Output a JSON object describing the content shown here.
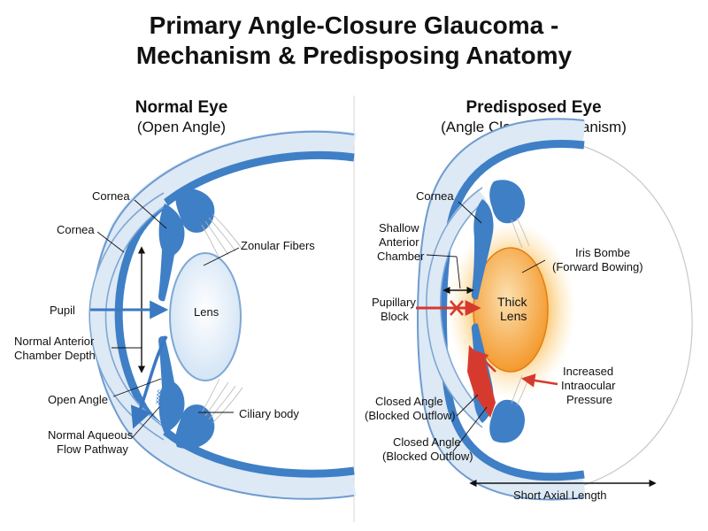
{
  "title": {
    "line1": "Primary Angle-Closure Glaucoma -",
    "line2": "Mechanism & Predisposing Anatomy"
  },
  "colors": {
    "eye_blue": "#3f7fc6",
    "eye_blue_light": "#dde9f5",
    "lens_blue": "#eaf3fb",
    "lens_orange": "#f7a133",
    "glow_orange": "#fbd27f",
    "arrow_red": "#d63a2f",
    "arrow_blue": "#3a78c2"
  },
  "normal_eye": {
    "title": "Normal Eye",
    "subtitle": "(Open Angle)",
    "labels": {
      "cornea_top": "Cornea",
      "cornea": "Cornea",
      "zonular": "Zonular Fibers",
      "lens": "Lens",
      "pupil": "Pupil",
      "chamber_depth_l1": "Normal Anterior",
      "chamber_depth_l2": "Chamber Depth",
      "open_angle": "Open Angle",
      "ciliary": "Ciliary body",
      "aqueous_l1": "Normal Aqueous",
      "aqueous_l2": "Flow Pathway"
    }
  },
  "predisposed_eye": {
    "title": "Predisposed Eye",
    "subtitle": "(Angle Closure Mechanism)",
    "labels": {
      "cornea": "Cornea",
      "shallow_l1": "Shallow",
      "shallow_l2": "Anterior",
      "shallow_l3": "Chamber",
      "iris_bombe_l1": "Iris Bombe",
      "iris_bombe_l2": "(Forward Bowing)",
      "thick_lens_l1": "Thick",
      "thick_lens_l2": "Lens",
      "pupillary_l1": "Pupillary",
      "pupillary_l2": "Block",
      "iop_l1": "Increased",
      "iop_l2": "Intraocular",
      "iop_l3": "Pressure",
      "closed1_l1": "Closed Angle",
      "closed1_l2": "(Blocked Outflow)",
      "closed2_l1": "Closed Angle",
      "closed2_l2": "(Blocked Outflow)",
      "axial": "Short Axial Length"
    }
  }
}
